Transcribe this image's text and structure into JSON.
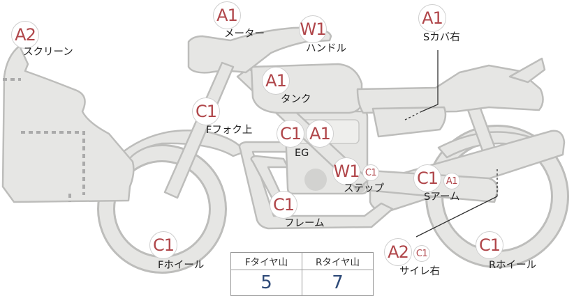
{
  "labels": {
    "screen": "スクリーン",
    "meter": "メーター",
    "handle": "ハンドル",
    "side_cover_r": "Sカバ右",
    "tank": "タンク",
    "fork_upper": "Fフォク上",
    "engine": "EG",
    "step": "ステップ",
    "swing_arm": "Sアーム",
    "frame": "フレーム",
    "front_wheel": "Fホイール",
    "silencer_r": "サイレ右",
    "rear_wheel": "Rホイール"
  },
  "grades": {
    "screen": "A2",
    "meter": "A1",
    "handle": "W1",
    "side_cover_r": "A1",
    "tank": "A1",
    "fork_upper": "C1",
    "engine_1": "C1",
    "engine_2": "A1",
    "step_1": "W1",
    "step_2": "C1",
    "swing_arm_1": "C1",
    "swing_arm_2": "A1",
    "frame": "C1",
    "front_wheel": "C1",
    "silencer_r_1": "A2",
    "silencer_r_2": "C1",
    "rear_wheel": "C1"
  },
  "tread_table": {
    "front_header": "Fタイヤ山",
    "rear_header": "Rタイヤ山",
    "front_value": "5",
    "rear_value": "7"
  },
  "colors": {
    "grade_text": "#b0464a",
    "part_fill": "#e6e6e4",
    "part_stroke": "#bdbdbb",
    "table_value": "#2e4a78"
  }
}
